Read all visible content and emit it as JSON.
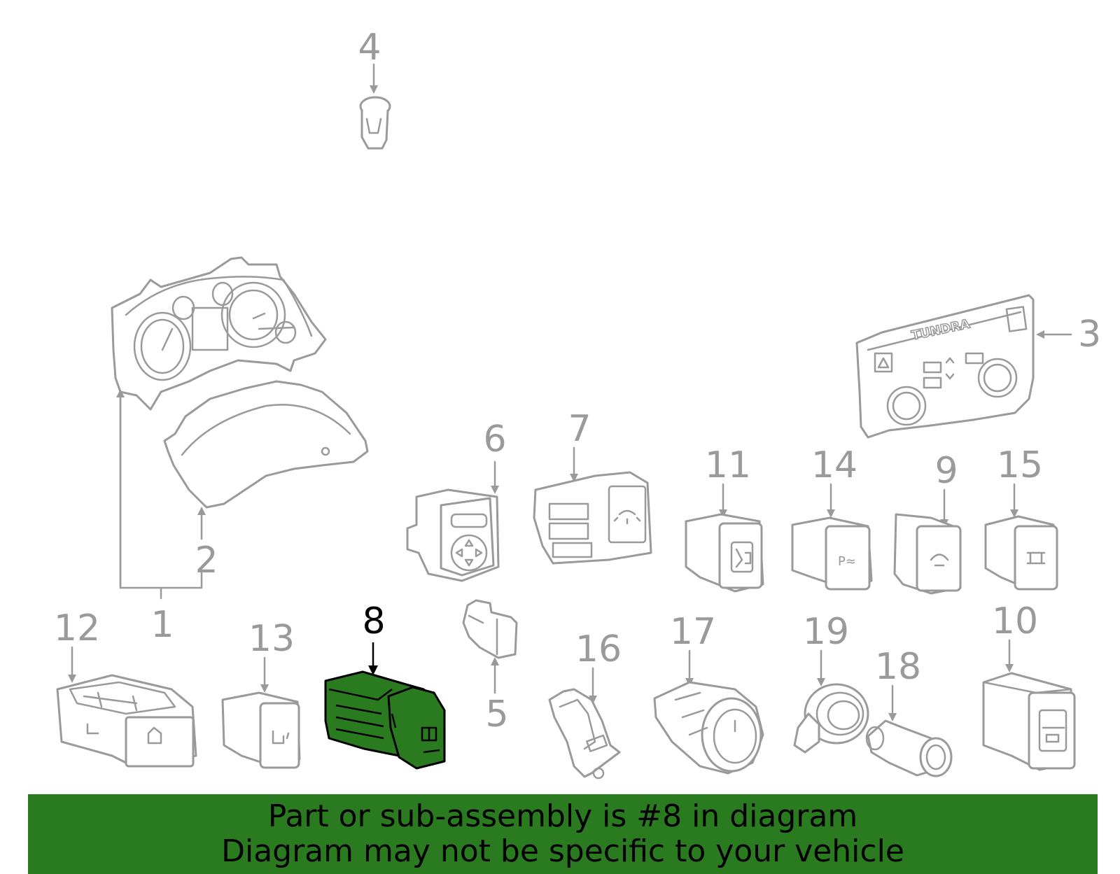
{
  "banner": {
    "line1": "Part or sub-assembly is #8 in diagram",
    "line2": "Diagram may not be specific to your vehicle",
    "background": "#2a7a1f"
  },
  "highlight": {
    "part_number": "8",
    "color": "#2a7a1f"
  },
  "callouts": {
    "c1": "1",
    "c2": "2",
    "c3": "3",
    "c4": "4",
    "c5": "5",
    "c6": "6",
    "c7": "7",
    "c8": "8",
    "c9": "9",
    "c10": "10",
    "c11": "11",
    "c12": "12",
    "c13": "13",
    "c14": "14",
    "c15": "15",
    "c16": "16",
    "c17": "17",
    "c18": "18",
    "c19": "19"
  },
  "labels": {
    "tundra": "TUNDRA"
  },
  "colors": {
    "line": "#9a9a9a",
    "highlight_outline": "#000000"
  }
}
